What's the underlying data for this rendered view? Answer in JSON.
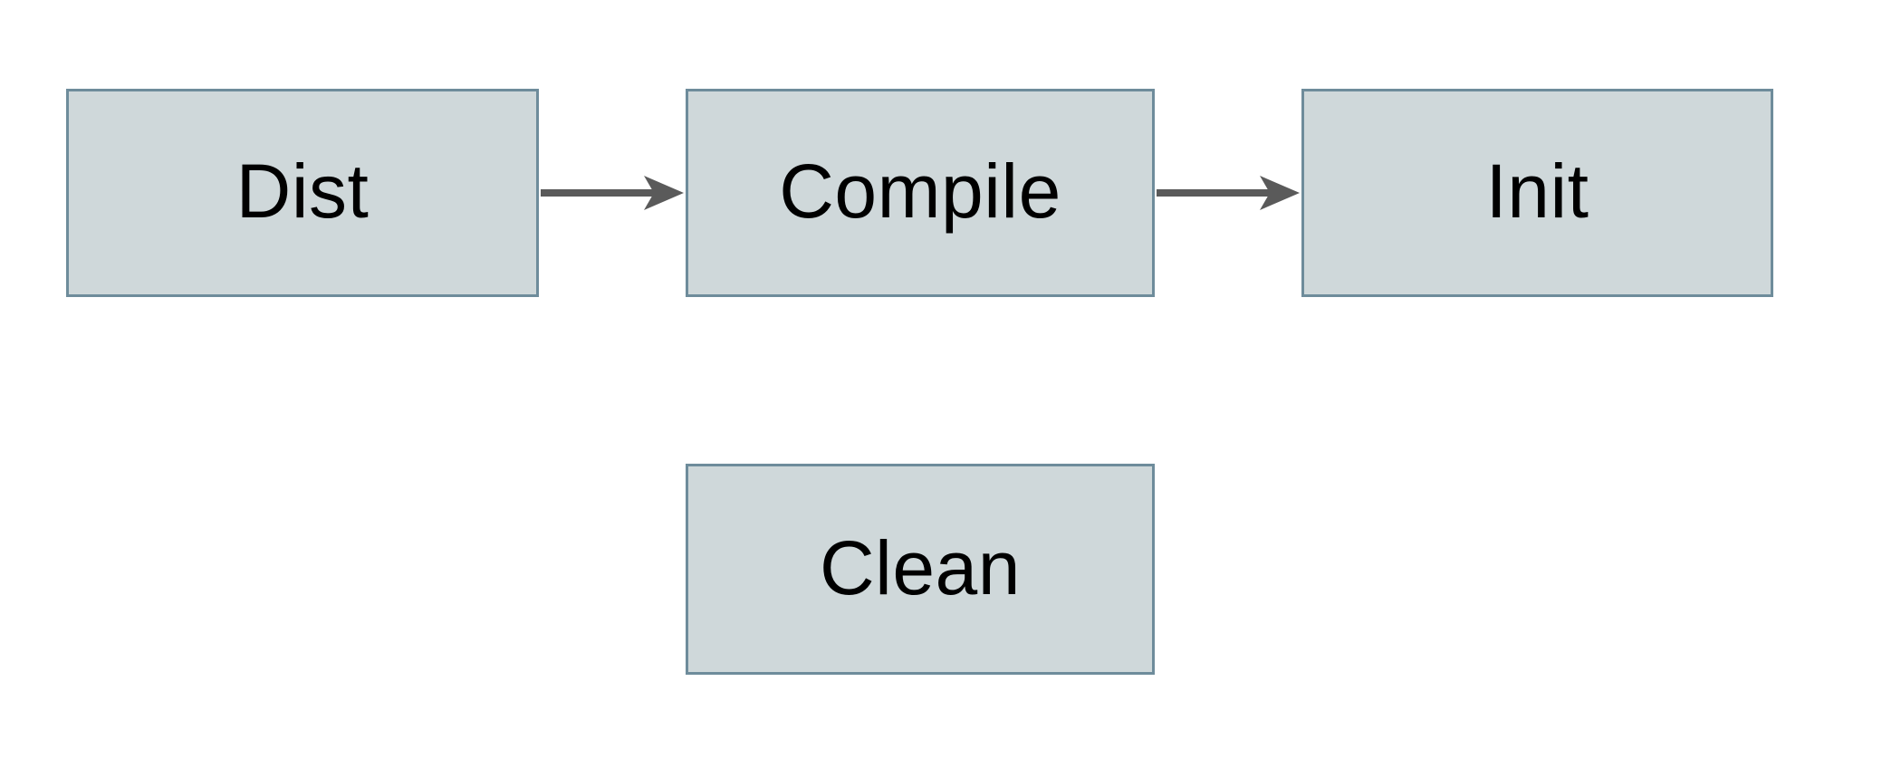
{
  "colors": {
    "canvas_bg": "#ffffff",
    "node_fill": "#cfd8da",
    "node_border": "#6e8c9b",
    "arrow": "#5a5a5a",
    "label": "#000000"
  },
  "diagram": {
    "type": "flowchart",
    "nodes": [
      {
        "id": "dist",
        "label": "Dist"
      },
      {
        "id": "compile",
        "label": "Compile"
      },
      {
        "id": "init",
        "label": "Init"
      },
      {
        "id": "clean",
        "label": "Clean"
      }
    ],
    "edges": [
      {
        "from": "dist",
        "to": "compile",
        "direction": "right"
      },
      {
        "from": "compile",
        "to": "init",
        "direction": "right"
      }
    ]
  }
}
